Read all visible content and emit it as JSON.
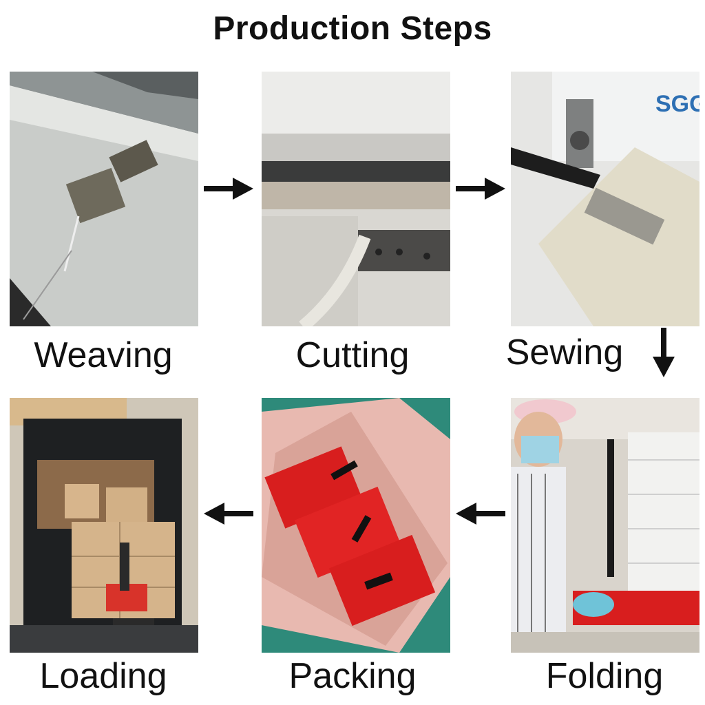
{
  "title": "Production Steps",
  "steps": [
    {
      "label": "Weaving"
    },
    {
      "label": "Cutting"
    },
    {
      "label": "Sewing"
    },
    {
      "label": "Loading"
    },
    {
      "label": "Packing"
    },
    {
      "label": "Folding"
    }
  ],
  "machine_brand": "SGG",
  "colors": {
    "arrow": "#111111",
    "product_red": "#d81e1e",
    "box_pink": "#e8b9b0",
    "mat_teal": "#2e8a7a"
  }
}
